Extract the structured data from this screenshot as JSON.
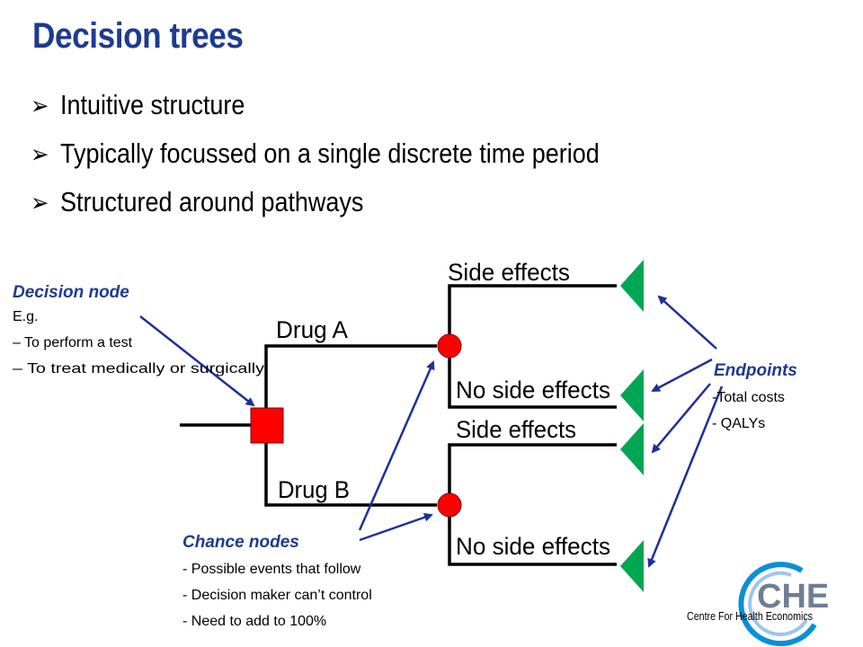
{
  "slide": {
    "title": "Decision trees",
    "bullets": [
      "Intuitive structure",
      "Typically focussed on a single discrete time period",
      "Structured around pathways"
    ]
  },
  "tree": {
    "branch_a": "Drug A",
    "branch_b": "Drug B",
    "a_outcomes": [
      "Side effects",
      "No side effects"
    ],
    "b_outcomes": [
      "Side effects",
      "No side effects"
    ]
  },
  "annotations": {
    "decision_node": {
      "title": "Decision node",
      "lines": [
        "E.g.",
        "– To perform a test",
        "– To treat medically or surgically"
      ]
    },
    "chance_nodes": {
      "title": "Chance nodes",
      "lines": [
        "- Possible events that follow",
        "- Decision maker can’t control",
        "- Need to add to 100%"
      ]
    },
    "endpoints": {
      "title": "Endpoints",
      "lines": [
        "-Total costs",
        "- QALYs"
      ]
    }
  },
  "logo": {
    "name": "CHE",
    "subtitle": "Centre For Health Economics"
  },
  "colors": {
    "title": "#1f3a8f",
    "decision_node": "#ff0000",
    "chance_node": "#ff0000",
    "terminal_node": "#00a651",
    "arrow": "#1f2f9a",
    "logo_ring_outer": "#0a8fd8",
    "logo_ring_inner": "#9fc6e8"
  }
}
